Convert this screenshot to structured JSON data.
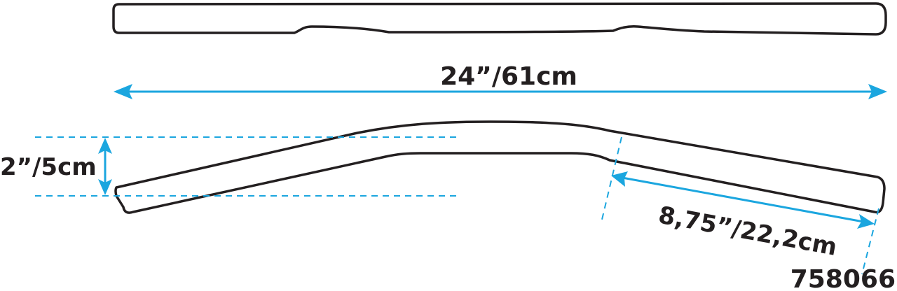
{
  "dimensions": {
    "width_label": "24”/61cm",
    "rise_label": "2”/5cm",
    "end_length_label": "8,75”/22,2cm"
  },
  "part_number": "758066",
  "colors": {
    "accent": "#1ba6df",
    "outline": "#231f20"
  }
}
